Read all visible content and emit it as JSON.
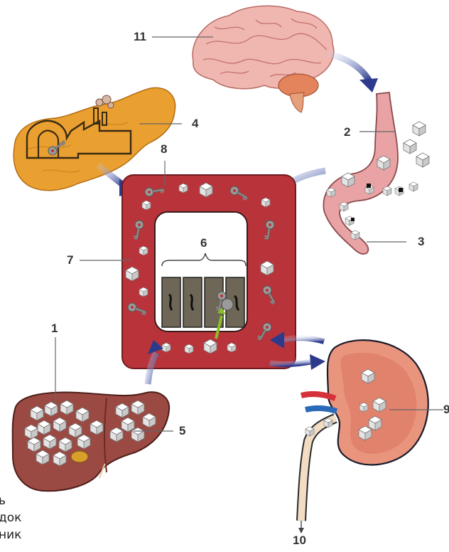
{
  "labels": {
    "n1": "1",
    "n2": "2",
    "n3": "3",
    "n4": "4",
    "n5": "5",
    "n6": "6",
    "n7": "7",
    "n8": "8",
    "n9": "9",
    "n10": "10",
    "n11": "11"
  },
  "edge_text": [
    "ь",
    "док",
    "ник"
  ],
  "colors": {
    "cell": "#b8343a",
    "cell_border": "#6e1a1e",
    "arrow": "#2c3a8c",
    "stomach": "#e9a3a4",
    "brain": "#f0b7b1",
    "liver": "#9a4a43",
    "pancreas": "#eaa030",
    "kidney": "#e9957e"
  }
}
